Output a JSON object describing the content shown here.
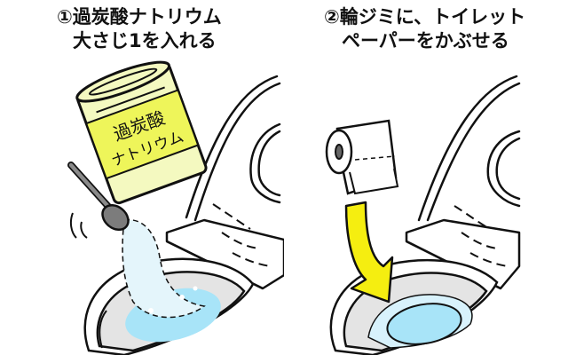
{
  "steps": [
    {
      "number": "①",
      "title_line1": "①過炭酸ナトリウム",
      "title_line2": "大さじ1を入れる",
      "can_label_line1": "過炭酸",
      "can_label_line2": "ナトリウム",
      "colors": {
        "can_label": "#eef55a",
        "can_body": "#f4f9c0",
        "powder": "#e4f5fb",
        "water": "#a8e4f8",
        "bowl_inner": "#e4e4e4",
        "outline": "#111111"
      }
    },
    {
      "number": "②",
      "title_line1": "②輪ジミに、トイレット",
      "title_line2": "ペーパーをかぶせる",
      "colors": {
        "arrow": "#f5ee10",
        "water": "#a8e4f8",
        "paper_wet": "#d8f2fc",
        "bowl_inner": "#e4e4e4",
        "outline": "#111111"
      }
    }
  ]
}
